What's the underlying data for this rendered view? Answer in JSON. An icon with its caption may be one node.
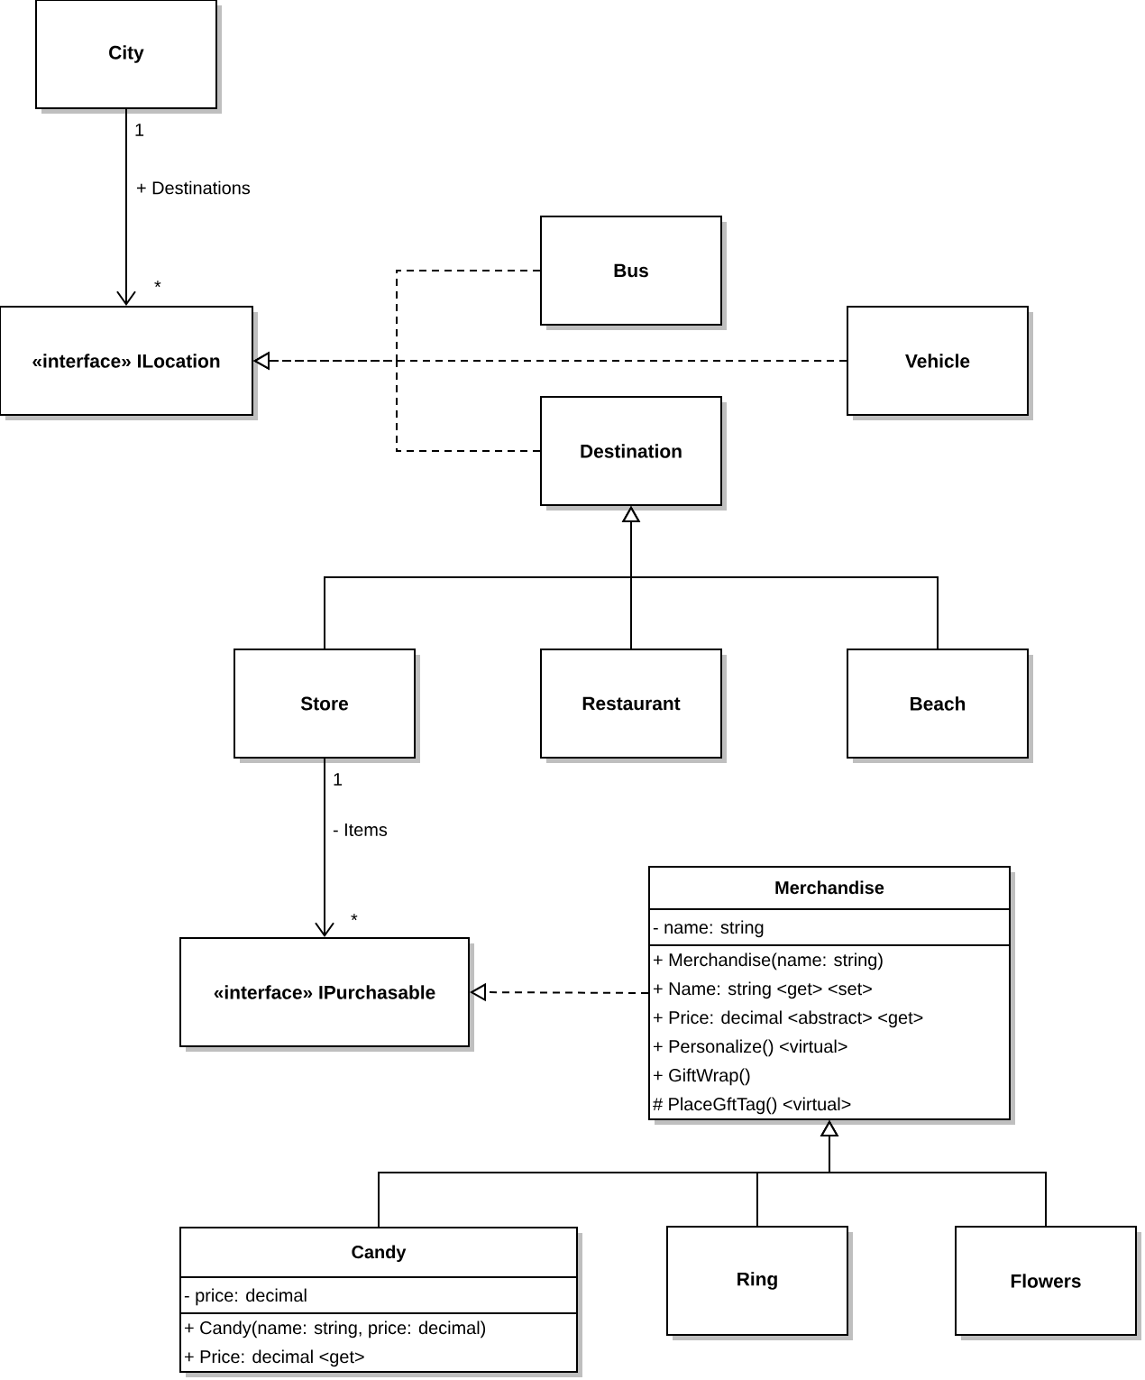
{
  "diagram": {
    "nodes": [
      {
        "text": [
          "City"
        ]
      },
      {
        "text": [
          "«interface» ILocation"
        ]
      },
      {
        "text": [
          "Bus"
        ]
      },
      {
        "text": [
          "Vehicle"
        ]
      },
      {
        "text": [
          "Destination"
        ]
      },
      {
        "text": [
          "Store"
        ]
      },
      {
        "text": [
          "Restaurant"
        ]
      },
      {
        "text": [
          "Beach"
        ]
      },
      {
        "text": [
          "«interface» IPurchasable"
        ]
      },
      {
        "text": [
          "Merchandise",
          "- name: string",
          "+ Merchandise(name: string)",
          "+ Name: string <get> <set>",
          "+ Price: decimal <abstract> <get>",
          "+ Personalize() <virtual>",
          "+ GiftWrap()",
          "# PlaceGftTag() <virtual>"
        ]
      },
      {
        "text": [
          "Candy",
          "- price: decimal",
          "+ Candy(name: string, price: decimal)",
          "+ Price: decimal <get>"
        ]
      },
      {
        "text": [
          "Ring"
        ]
      },
      {
        "text": [
          "Flowers"
        ]
      }
    ],
    "edges": [
      {
        "from": 0,
        "to": 1,
        "arrow": "to",
        "label": "+ Destinations"
      },
      {
        "from": 2,
        "to": 1,
        "arrow": "to",
        "style": "dashed"
      },
      {
        "from": 3,
        "to": 1,
        "arrow": "to",
        "style": "dashed"
      },
      {
        "from": 4,
        "to": 1,
        "arrow": "to",
        "style": "dashed"
      },
      {
        "from": 5,
        "to": 4,
        "arrow": "to"
      },
      {
        "from": 6,
        "to": 4,
        "arrow": "to"
      },
      {
        "from": 7,
        "to": 4,
        "arrow": "to"
      },
      {
        "from": 5,
        "to": 8,
        "arrow": "to",
        "label": "- Items"
      },
      {
        "from": 9,
        "to": 8,
        "arrow": "to",
        "style": "dashed"
      },
      {
        "from": 10,
        "to": 9,
        "arrow": "to"
      },
      {
        "from": 11,
        "to": 9,
        "arrow": "to"
      },
      {
        "from": 12,
        "to": 9,
        "arrow": "to"
      }
    ],
    "labels": [
      "1",
      "*",
      "1",
      "*"
    ]
  }
}
